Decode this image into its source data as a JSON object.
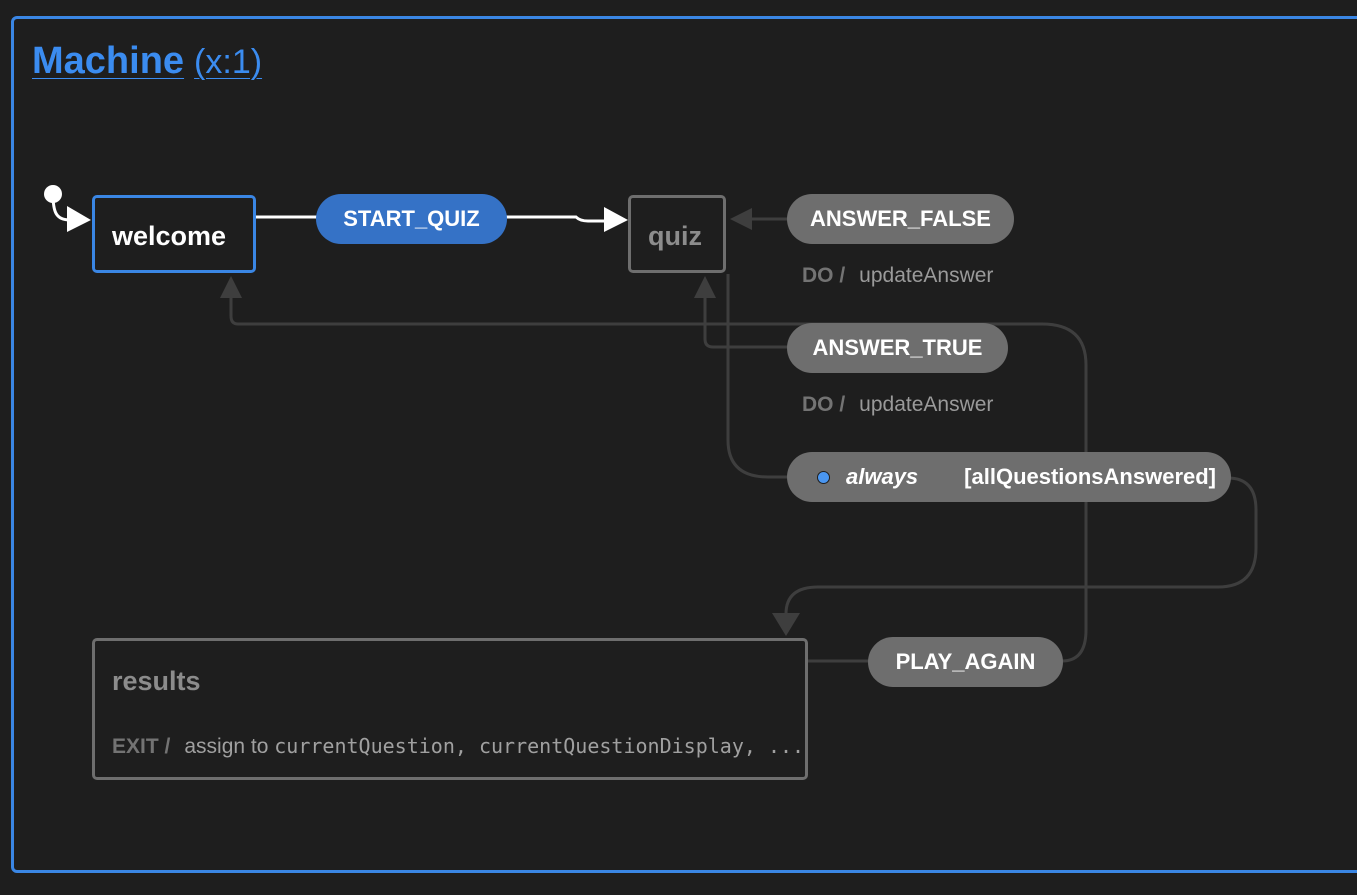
{
  "machine": {
    "name": "Machine",
    "key": "(x:1)"
  },
  "states": {
    "welcome": {
      "label": "welcome"
    },
    "quiz": {
      "label": "quiz"
    },
    "results": {
      "label": "results",
      "exit_keyword": "EXIT /",
      "exit_prefix": "assign to",
      "exit_vars": "currentQuestion, currentQuestionDisplay, ..."
    }
  },
  "events": {
    "start_quiz": "START_QUIZ",
    "answer_false": "ANSWER_FALSE",
    "answer_true": "ANSWER_TRUE",
    "always": "always",
    "always_guard": "[allQuestionsAnswered]",
    "play_again": "PLAY_AGAIN"
  },
  "actions": {
    "do_keyword": "DO /",
    "update_answer": "updateAnswer"
  },
  "colors": {
    "accent": "#3a86e4",
    "enabled_event": "#3572c6",
    "disabled_event": "#6e6e6e",
    "edge_active": "#ffffff",
    "edge_inactive": "#4a4a4a"
  },
  "icons": {
    "initial": "initial-state-dot-icon",
    "always": "always-dot-icon"
  }
}
